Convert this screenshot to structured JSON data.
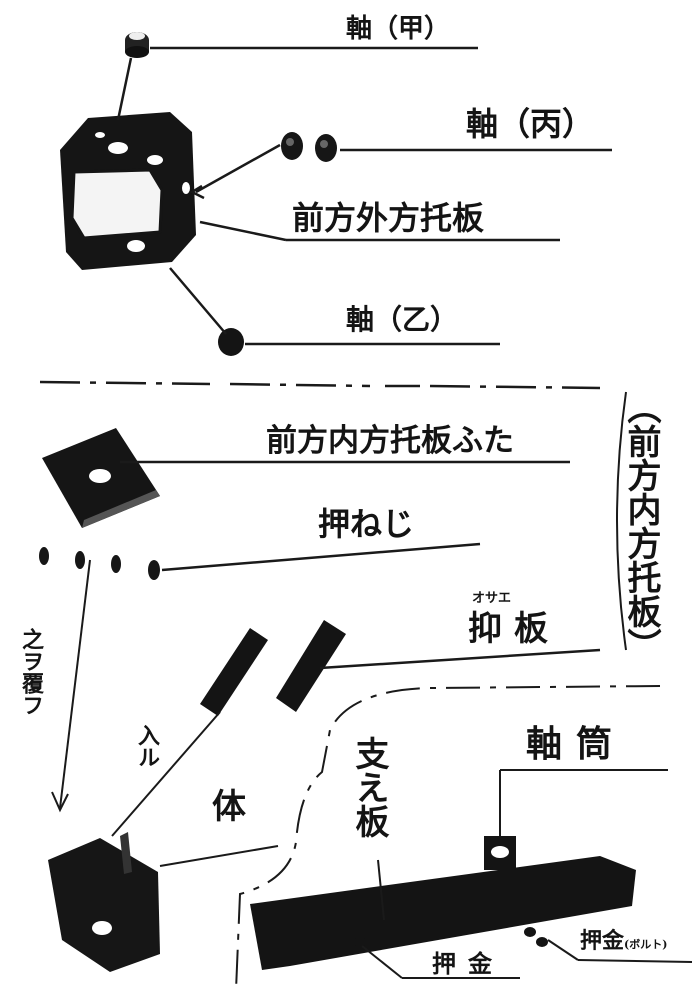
{
  "labels": {
    "shaft_ko": "軸（甲）",
    "shaft_hei": "軸（丙）",
    "front_outer_plate": "前方外方托板",
    "shaft_otsu": "軸（乙）",
    "front_inner_cover": "前方内方托板ふた",
    "press_screw": "押ねじ",
    "press_plate_ruby": "オサエ",
    "press_plate": "抑板",
    "support_plate": "支え板",
    "shaft_tube": "軸筒",
    "body": "体",
    "insert": "入ル",
    "cover_with": "之ヲ覆フ",
    "group_bracket": "（前方内方托板）",
    "press_metal_bolt": "押金",
    "bolt_small": "ボルト",
    "press_metal": "押金"
  },
  "colors": {
    "ink": "#141414",
    "paper": "#ffffff"
  }
}
